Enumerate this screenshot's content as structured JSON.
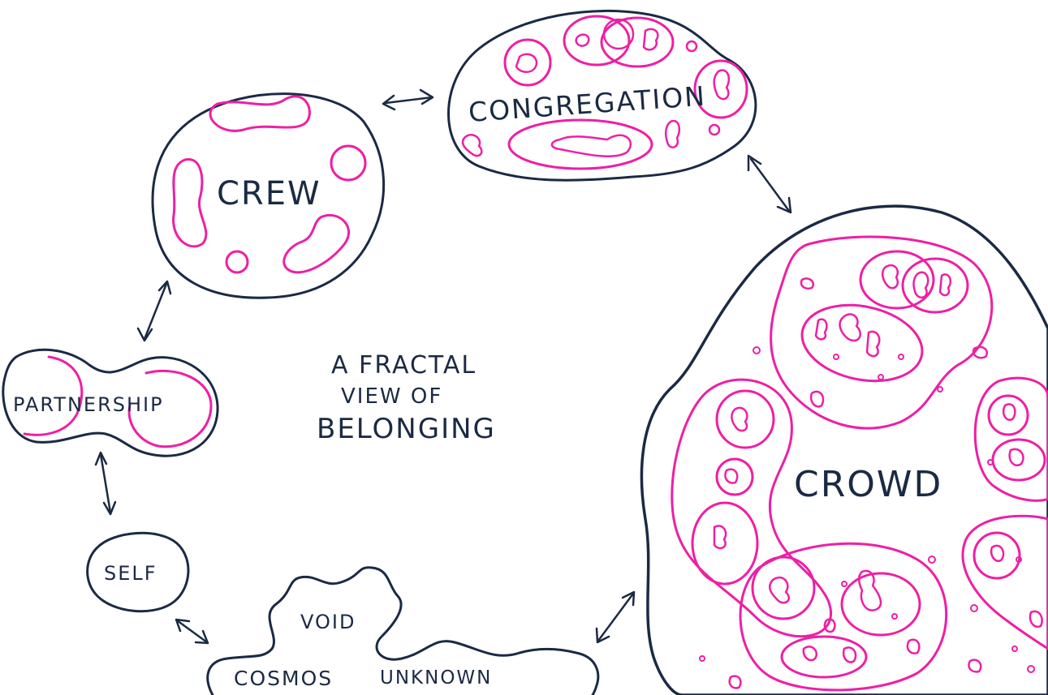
{
  "colors": {
    "ink": "#1b2a44",
    "pink": "#ee1fa4",
    "paper": "#ffffff"
  },
  "labels": {
    "crew": "CREW",
    "congregation": "CONGREGATION",
    "crowd": "CROWD",
    "partnership": "PARTNERSHIP",
    "self": "SELF",
    "void": "VOID",
    "cosmos": "COSMOS",
    "unknown": "UNKNOWN"
  },
  "title": {
    "line1": "A FRACTAL",
    "line2": "VIEW OF",
    "line3": "BELONGING"
  }
}
